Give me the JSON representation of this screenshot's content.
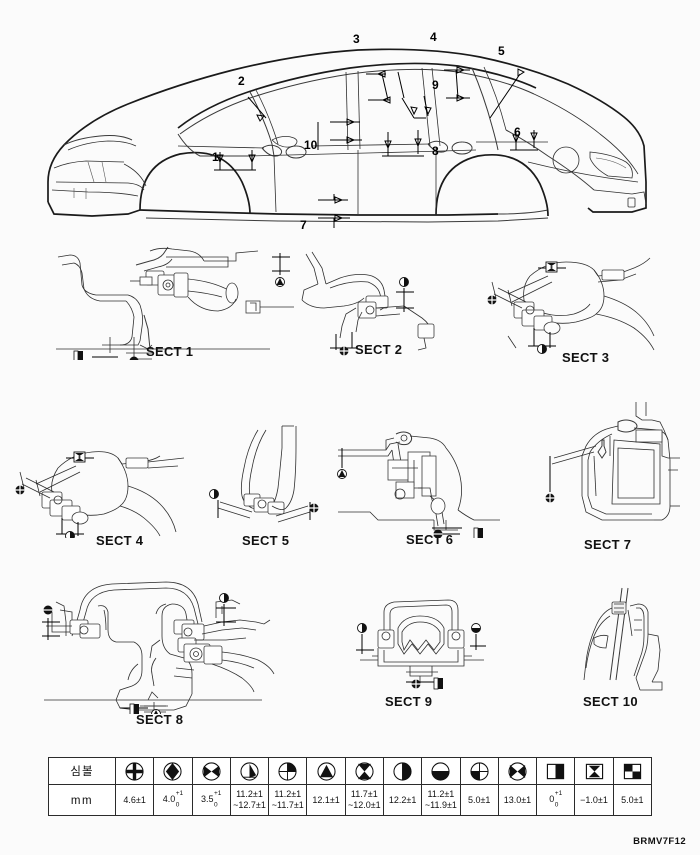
{
  "document": {
    "code": "BRMV7F12"
  },
  "car_diagram": {
    "callouts": [
      {
        "id": "1",
        "label": "1"
      },
      {
        "id": "2",
        "label": "2"
      },
      {
        "id": "3",
        "label": "3"
      },
      {
        "id": "4",
        "label": "4"
      },
      {
        "id": "5",
        "label": "5"
      },
      {
        "id": "6",
        "label": "6"
      },
      {
        "id": "7",
        "label": "7"
      },
      {
        "id": "8",
        "label": "8"
      },
      {
        "id": "9",
        "label": "9"
      },
      {
        "id": "10",
        "label": "10"
      }
    ]
  },
  "sections": [
    {
      "id": "sect1",
      "label": "SECT 1"
    },
    {
      "id": "sect2",
      "label": "SECT 2"
    },
    {
      "id": "sect3",
      "label": "SECT 3"
    },
    {
      "id": "sect4",
      "label": "SECT 4"
    },
    {
      "id": "sect5",
      "label": "SECT 5"
    },
    {
      "id": "sect6",
      "label": "SECT 6"
    },
    {
      "id": "sect7",
      "label": "SECT 7"
    },
    {
      "id": "sect8",
      "label": "SECT 8"
    },
    {
      "id": "sect9",
      "label": "SECT 9"
    },
    {
      "id": "sect10",
      "label": "SECT 10"
    }
  ],
  "symbol_table": {
    "row_header_symbol": "심볼",
    "row_header_unit": "mm",
    "columns": [
      {
        "icon": "circle-cross-icon",
        "value_main": "4.6±1",
        "value_sup": "",
        "value_sub": "",
        "value_second": ""
      },
      {
        "icon": "circle-filled-diamond-icon",
        "value_main": "4.0",
        "value_sup": "+1",
        "value_sub": "0",
        "value_second": ""
      },
      {
        "icon": "circle-hourglass-h-icon",
        "value_main": "3.5",
        "value_sup": "+1",
        "value_sub": "0",
        "value_second": ""
      },
      {
        "icon": "circle-quarter-fill-icon",
        "value_main": "11.2±1",
        "value_sup": "",
        "value_sub": "",
        "value_second": "~12.7±1"
      },
      {
        "icon": "circle-quad-upper-right-icon",
        "value_main": "11.2±1",
        "value_sup": "",
        "value_sub": "",
        "value_second": "~11.7±1"
      },
      {
        "icon": "circle-triangle-fill-icon",
        "value_main": "12.1±1",
        "value_sup": "",
        "value_sub": "",
        "value_second": ""
      },
      {
        "icon": "circle-bowtie-v-icon",
        "value_main": "11.7±1",
        "value_sup": "",
        "value_sub": "",
        "value_second": "~12.0±1"
      },
      {
        "icon": "circle-half-right-icon",
        "value_main": "12.2±1",
        "value_sup": "",
        "value_sub": "",
        "value_second": ""
      },
      {
        "icon": "circle-half-bottom-icon",
        "value_main": "11.2±1",
        "value_sup": "",
        "value_sub": "",
        "value_second": "~11.9±1"
      },
      {
        "icon": "circle-quad-lower-left-icon",
        "value_main": "5.0±1",
        "value_sup": "",
        "value_sub": "",
        "value_second": ""
      },
      {
        "icon": "circle-bowtie-h-icon",
        "value_main": "13.0±1",
        "value_sup": "",
        "value_sub": "",
        "value_second": ""
      },
      {
        "icon": "square-half-right-icon",
        "value_main": "0",
        "value_sup": "+1",
        "value_sub": "0",
        "value_second": ""
      },
      {
        "icon": "square-hourglass-icon",
        "value_main": "−1.0±1",
        "value_sup": "",
        "value_sub": "",
        "value_second": ""
      },
      {
        "icon": "square-checker-icon",
        "value_main": "5.0±1",
        "value_sup": "",
        "value_sub": "",
        "value_second": ""
      }
    ]
  }
}
